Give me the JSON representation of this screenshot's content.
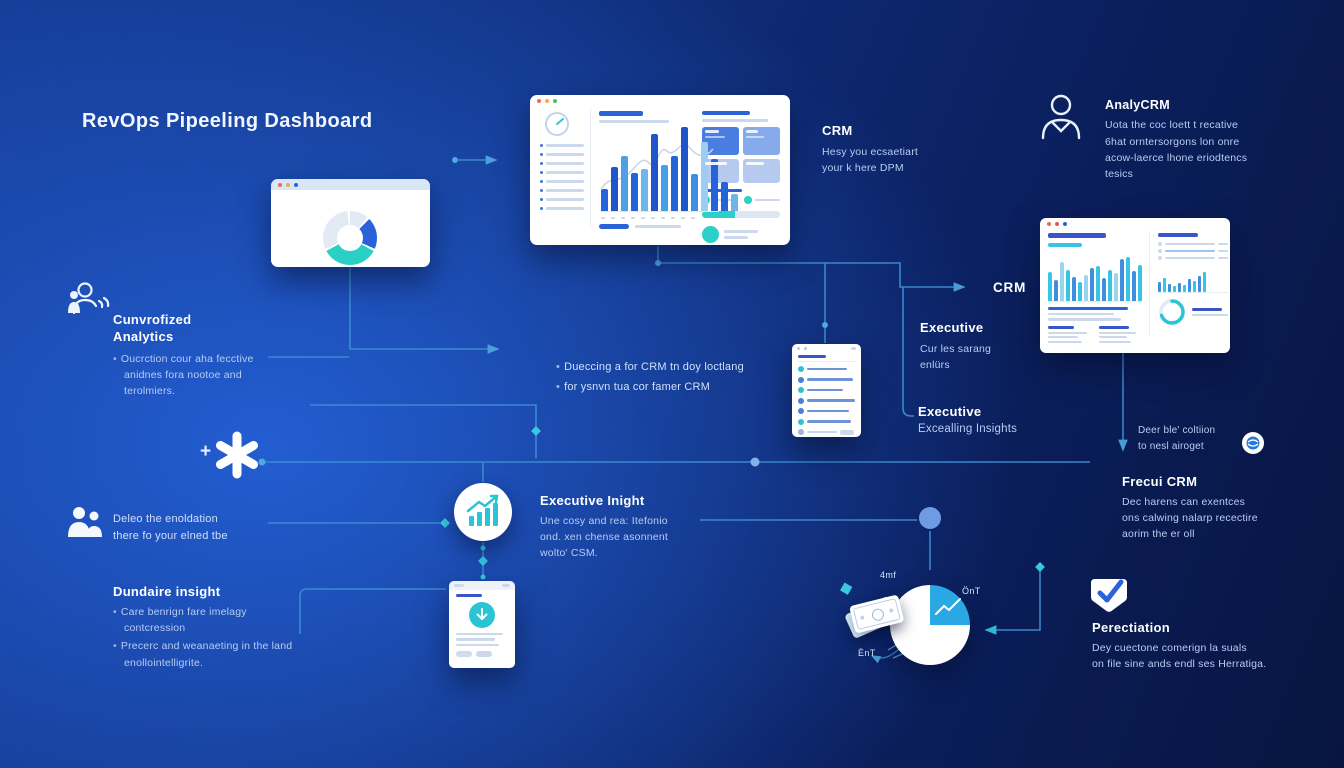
{
  "title": "RevOps Pipeeling Dashboard",
  "colors": {
    "background_dark": "#081540",
    "background_bright": "#1e55c8",
    "accent_teal": "#2bd0c4",
    "accent_blue": "#2a62d8",
    "connector_line": "#3d8fd4",
    "heading_text": "#ffffff",
    "body_text": "#b9cdf2"
  },
  "blocks": {
    "crm_top": {
      "heading": "CRM",
      "lines": [
        "Hesy you ecsaetiart",
        "your k here DPM"
      ]
    },
    "analycrm": {
      "heading": "AnalyCRM",
      "lines": [
        "Uota the coc loett t recative",
        "6hat orntersorgons lon onre",
        "acow-laerce lhone eriodtencs",
        "tesics"
      ]
    },
    "cunvrofized": {
      "heading_lines": [
        "Cunvrofized",
        "Analytics"
      ],
      "bullet": "Oucrction cour aha fecctive anidnes fora nootoe and terolmiers."
    },
    "mid_bullets": {
      "items": [
        "Dueccing a for CRM tn doy loctlang",
        "for ysnvn tua cor famer CRM"
      ]
    },
    "crm_mid": {
      "label": "CRM"
    },
    "executive_top": {
      "heading": "Executive",
      "lines": [
        "Cur les sarang",
        "enlürs"
      ]
    },
    "executive_mid": {
      "heading": "Executive",
      "sub": "Excealling Insights"
    },
    "deer": {
      "lines": [
        "Deer ble' coltiion",
        "to nesl airoget"
      ]
    },
    "frecui": {
      "heading": "Frecui CRM",
      "lines": [
        "Dec harens can exentces",
        "ons calwing nalarp recectire",
        "aorim the er oll"
      ]
    },
    "exec_inight": {
      "heading": "Executive Inight",
      "lines": [
        "Une cosy and rea: Itefonio",
        "ond. xen chense asonnent",
        "wolto' CSM."
      ]
    },
    "deleo": {
      "lines": [
        "Deleo the enoldation",
        "there fo your elned tbe"
      ]
    },
    "dundaire": {
      "heading": "Dundaire insight",
      "bullets": [
        "Care benrign fare imelagy contcression",
        "Precerc and weanaeting in the land enollointelligrite."
      ]
    },
    "perectiation": {
      "heading": "Perectiation",
      "lines": [
        "Dey cuectone comerign la suals",
        "on file sine ands endl ses Herratiga."
      ]
    },
    "plus_sign": "+"
  },
  "pie_labels": {
    "top": "4mf",
    "right": "ÖnT",
    "bottom_left": "ÈnT"
  },
  "icons": {
    "top_left_block": "people-group-icon",
    "analycrm_block": "person-outline-icon",
    "deleo_block": "people-icon",
    "flow_center": "asterisk-icon",
    "flow_center_small": "plus-icon",
    "deer_block": "globe-icon",
    "growth_node": "chart-growth-icon",
    "small_window": "download-arrow-icon",
    "perectiation_block": "shield-check-icon",
    "pie_side": "banknote-icon"
  },
  "chart_data": [
    {
      "type": "bar",
      "name": "main-window-bar-chart",
      "values": [
        26,
        52,
        66,
        45,
        50,
        92,
        55,
        66,
        100,
        44,
        82,
        62,
        34,
        20
      ],
      "colors": [
        "#2563d8",
        "#1f55c8",
        "#4e9fe6",
        "#2563d8",
        "#6fb5ec",
        "#1f55c8",
        "#45a0e8",
        "#2563d8",
        "#1f55c8",
        "#3f8fe0",
        "#9ccdf2",
        "#2563d8",
        "#2563d8",
        "#6fb5ec"
      ],
      "overlay_line": true
    },
    {
      "type": "bar",
      "name": "right-window-bar-chart",
      "values": [
        58,
        42,
        78,
        62,
        48,
        38,
        52,
        66,
        70,
        46,
        62,
        56,
        84,
        88,
        60,
        72
      ],
      "colors": [
        "#38c4e4",
        "#3f8fe0",
        "#9bd4ee",
        "#38c4e4",
        "#3f8fe0",
        "#38c4e4",
        "#9bd4ee",
        "#3f8fe0",
        "#38c4e4",
        "#3f8fe0",
        "#38c4e4",
        "#9bd4ee",
        "#3f8fe0",
        "#38c4e4",
        "#3f8fe0",
        "#38c4e4"
      ]
    },
    {
      "type": "bar",
      "name": "right-window-mini-bar-chart",
      "values": [
        35,
        50,
        28,
        22,
        32,
        26,
        48,
        38,
        58,
        70
      ],
      "colors": [
        "#3f8fe0",
        "#38c4e4",
        "#3f8fe0",
        "#38c4e4",
        "#3f8fe0",
        "#38c4e4",
        "#3f8fe0",
        "#38c4e4",
        "#3f8fe0",
        "#38c4e4"
      ]
    },
    {
      "type": "pie",
      "name": "donut-window-chart",
      "segments": [
        {
          "pct": 11,
          "color": "#e4eaf4"
        },
        {
          "pct": 1.5,
          "color": "#ffffff"
        },
        {
          "pct": 19,
          "color": "#2a62d8"
        },
        {
          "pct": 1.5,
          "color": "#ffffff"
        },
        {
          "pct": 34,
          "color": "#2bd0c4"
        },
        {
          "pct": 1.5,
          "color": "#ffffff"
        },
        {
          "pct": 30,
          "color": "#e4eaf4"
        },
        {
          "pct": 1.5,
          "color": "#ffffff"
        }
      ]
    },
    {
      "type": "pie",
      "name": "revenue-pie-chart",
      "segments": [
        {
          "pct": 25,
          "color": "#2aa8e4"
        },
        {
          "pct": 75,
          "color": "#ffffff"
        }
      ]
    }
  ]
}
